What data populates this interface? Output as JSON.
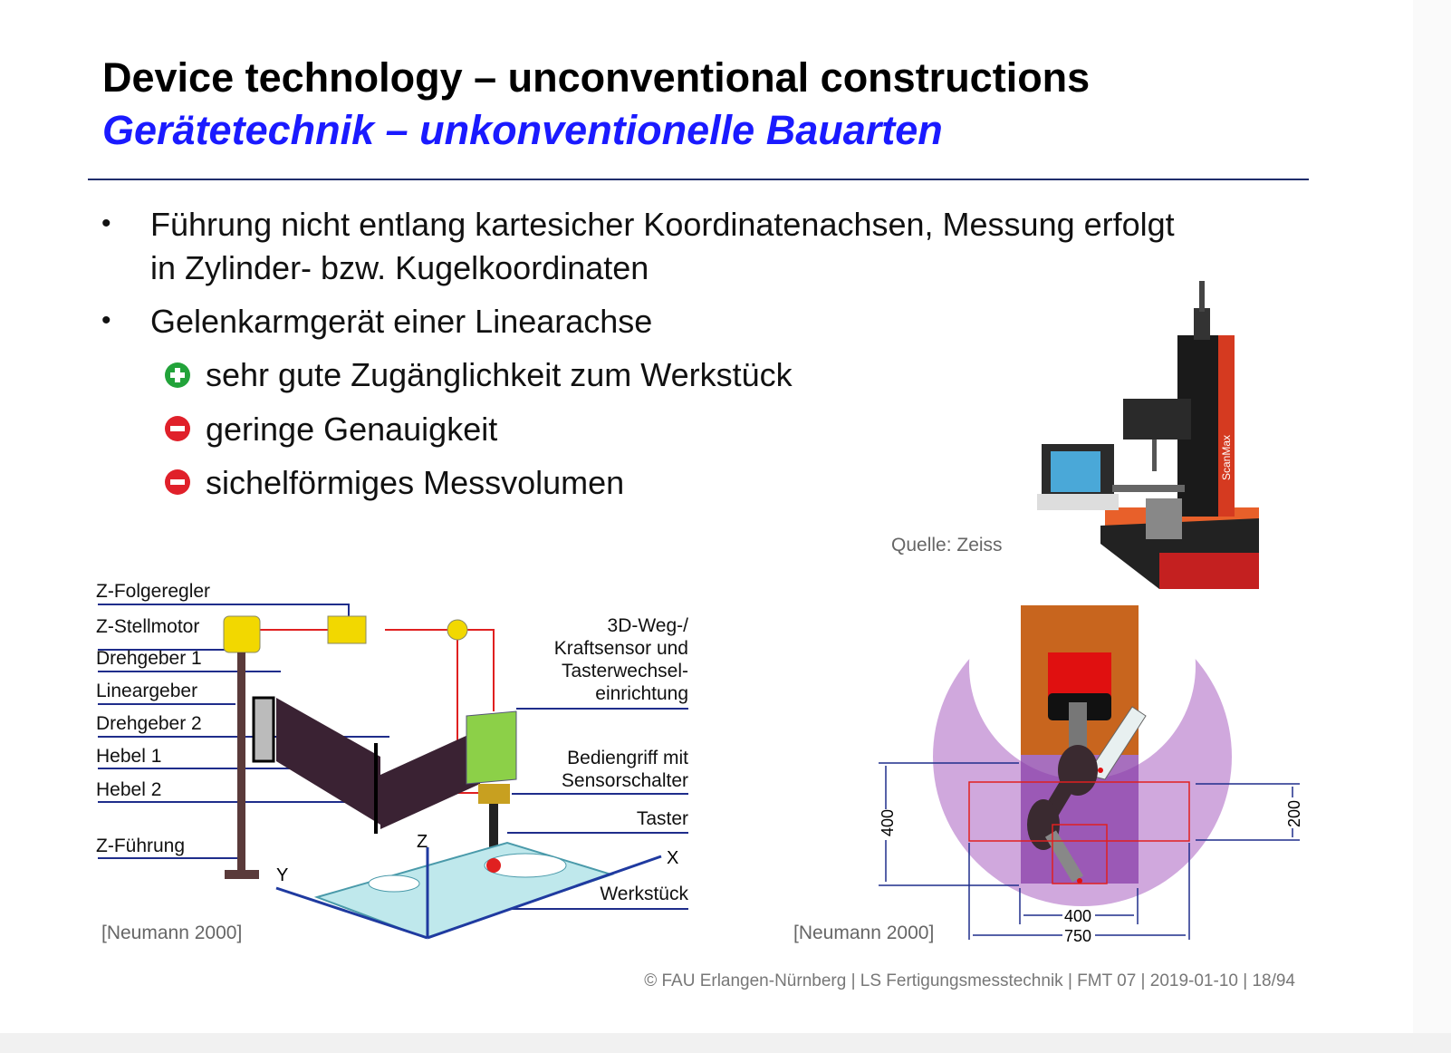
{
  "header": {
    "title": "Device technology – unconventional constructions",
    "subtitle": "Gerätetechnik – unkonventionelle Bauarten"
  },
  "bullets": [
    {
      "line1": "Führung nicht entlang kartesicher Koordinatenachsen, Messung erfolgt",
      "line2": "in Zylinder- bzw. Kugelkoordinaten"
    },
    {
      "line1": "Gelenkarmgerät einer Linearachse"
    }
  ],
  "pros_cons": [
    {
      "type": "plus",
      "icon": "plus-circle-icon",
      "color": "#22a33a",
      "text": "sehr gute Zugänglichkeit zum Werkstück"
    },
    {
      "type": "minus",
      "icon": "minus-circle-icon",
      "color": "#e0202a",
      "text": "geringe Genauigkeit"
    },
    {
      "type": "minus",
      "icon": "minus-circle-icon",
      "color": "#e0202a",
      "text": "sichelförmiges Messvolumen"
    }
  ],
  "photo": {
    "source": "Quelle: Zeiss",
    "brand_text": "ScanMax"
  },
  "left_diagram": {
    "labels": [
      "Z-Folgeregler",
      "Z-Stellmotor",
      "Drehgeber 1",
      "Lineargeber",
      "Drehgeber 2",
      "Hebel 1",
      "Hebel 2",
      "Z-Führung"
    ],
    "right_labels": [
      "3D-Weg-/",
      "Kraftsensor und",
      "Tasterwechsel-",
      "einrichtung",
      "Bediengriff mit",
      "Sensorschalter",
      "Taster",
      "Werkstück"
    ],
    "axes": {
      "x": "X",
      "y": "Y",
      "z": "Z"
    },
    "citation": "[Neumann 2000]"
  },
  "right_diagram": {
    "dim_left": "400",
    "dim_right": "200",
    "dim_bottom_inner": "400",
    "dim_bottom_outer": "750",
    "citation": "[Neumann 2000]"
  },
  "footer": "©  FAU Erlangen-Nürnberg  |  LS Fertigungsmesstechnik  |  FMT 07  |  2019-01-10  |  18/94"
}
